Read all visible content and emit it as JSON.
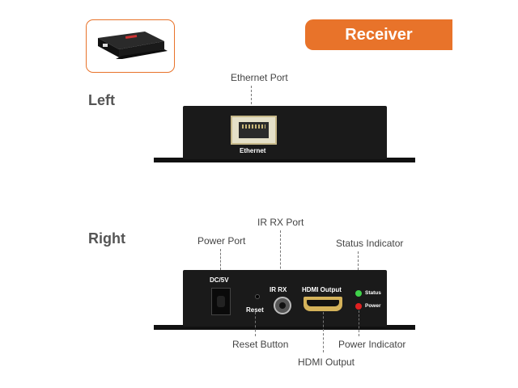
{
  "banner": {
    "title": "Receiver"
  },
  "views": {
    "left": {
      "heading": "Left",
      "callout": "Ethernet Port",
      "port_label": "Ethernet"
    },
    "right": {
      "heading": "Right",
      "callouts": {
        "power_port": "Power Port",
        "ir_rx_port": "IR RX Port",
        "status_indicator": "Status Indicator",
        "reset_button": "Reset Button",
        "hdmi_output": "HDMI Output",
        "power_indicator": "Power Indicator"
      },
      "panel_labels": {
        "dc": "DC/5V",
        "reset": "Reset",
        "ir": "IR RX",
        "hdmi": "HDMI Output",
        "status": "Status",
        "power": "Power"
      },
      "led_colors": {
        "status": "#3fd24a",
        "power": "#e02020"
      }
    }
  },
  "colors": {
    "accent": "#e8732a",
    "device": "#1a1a1a"
  }
}
